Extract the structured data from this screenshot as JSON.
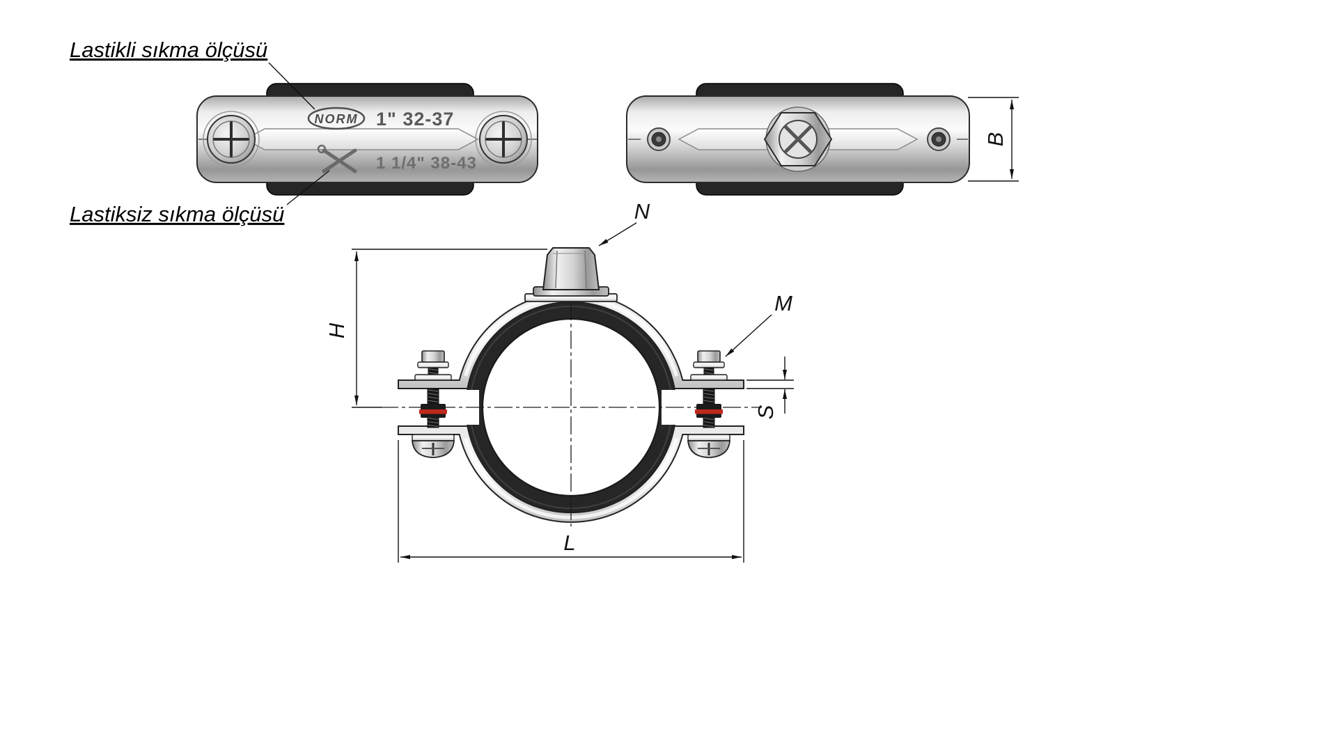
{
  "page": {
    "background": "#ffffff",
    "type": "technical-drawing-pipe-clamp"
  },
  "callouts": {
    "clamping_with_rubber": "Lastikli sıkma ölçüsü",
    "clamping_without_rubber": "Lastiksiz sıkma ölçüsü"
  },
  "markings": {
    "brand": "NORM",
    "row1_size": "1\" 32-37",
    "row2_size": "1 1/4\" 38-43"
  },
  "dimensions": {
    "band_width": "B",
    "height": "H",
    "length": "L",
    "thickness": "S",
    "screw": "M",
    "nut": "N"
  },
  "colors": {
    "rubber": "#262626",
    "line": "#111111",
    "red_washer": "#c0281e",
    "metal_light": "#f2f2f2",
    "metal_dark": "#9e9e9e"
  }
}
